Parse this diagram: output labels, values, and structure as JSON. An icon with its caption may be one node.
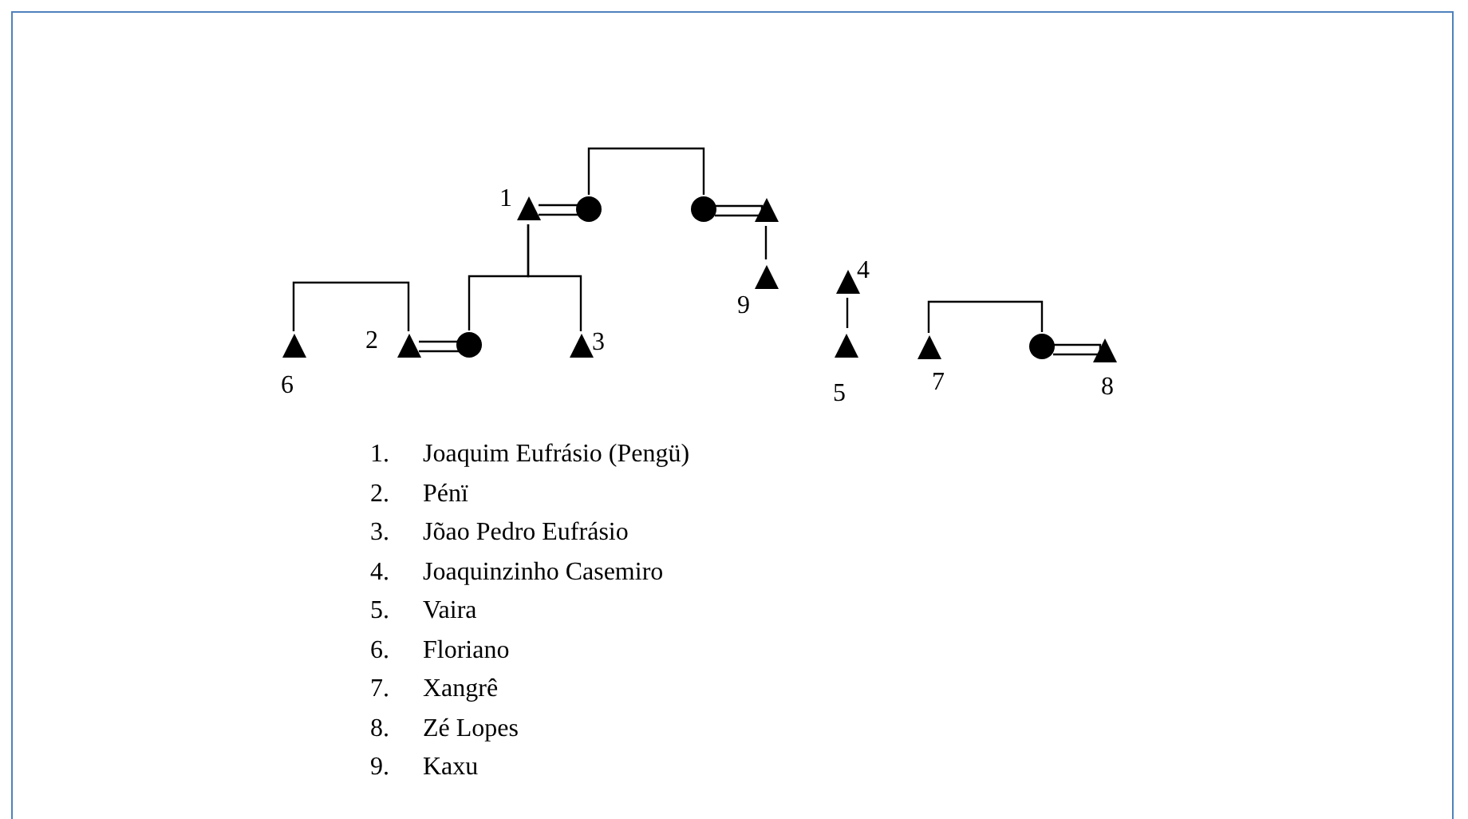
{
  "diagram": {
    "nodes": [
      {
        "text": [],
        "shape": "triangle",
        "beside": [
          "1"
        ]
      },
      {
        "text": [],
        "shape": "circle"
      },
      {
        "text": [],
        "shape": "circle"
      },
      {
        "text": [],
        "shape": "triangle"
      },
      {
        "text": [],
        "shape": "triangle",
        "beside": [
          "9"
        ]
      },
      {
        "text": [],
        "shape": "triangle",
        "beside": [
          "4"
        ]
      },
      {
        "text": [],
        "shape": "triangle",
        "beside": [
          "6"
        ]
      },
      {
        "text": [],
        "shape": "triangle",
        "beside": [
          "2"
        ]
      },
      {
        "text": [],
        "shape": "circle"
      },
      {
        "text": [],
        "shape": "triangle",
        "beside": [
          "3"
        ]
      },
      {
        "text": [],
        "shape": "triangle",
        "beside": [
          "5"
        ]
      },
      {
        "text": [],
        "shape": "triangle",
        "beside": [
          "7"
        ]
      },
      {
        "text": [],
        "shape": "circle"
      },
      {
        "text": [],
        "shape": "triangle",
        "beside": [
          "8"
        ]
      }
    ],
    "edges": [
      {
        "from": 0,
        "to": 1,
        "arrow": "none"
      },
      {
        "from": 2,
        "to": 3,
        "arrow": "none"
      },
      {
        "from": 1,
        "to": 2,
        "arrow": "none"
      },
      {
        "from": 3,
        "to": 4,
        "arrow": "none"
      },
      {
        "from": 5,
        "to": 10,
        "arrow": "none"
      },
      {
        "from": 6,
        "to": 7,
        "arrow": "none"
      },
      {
        "from": 7,
        "to": 8,
        "arrow": "none"
      },
      {
        "from": 0,
        "to": 8,
        "arrow": "none"
      },
      {
        "from": 0,
        "to": 9,
        "arrow": "none"
      },
      {
        "from": 11,
        "to": 12,
        "arrow": "none"
      },
      {
        "from": 12,
        "to": 13,
        "arrow": "none"
      }
    ],
    "labels": [
      "1.",
      "Joaquim Eufrásio (Pengü)",
      "2.",
      "Pénï",
      "3.",
      "Jõao Pedro Eufrásio",
      "4.",
      "Joaquinzinho Casemiro",
      "5.",
      "Vaira",
      "6.",
      "Floriano",
      "7.",
      "Xangrê",
      "8.",
      "Zé Lopes",
      "9.",
      "Kaxu"
    ]
  }
}
